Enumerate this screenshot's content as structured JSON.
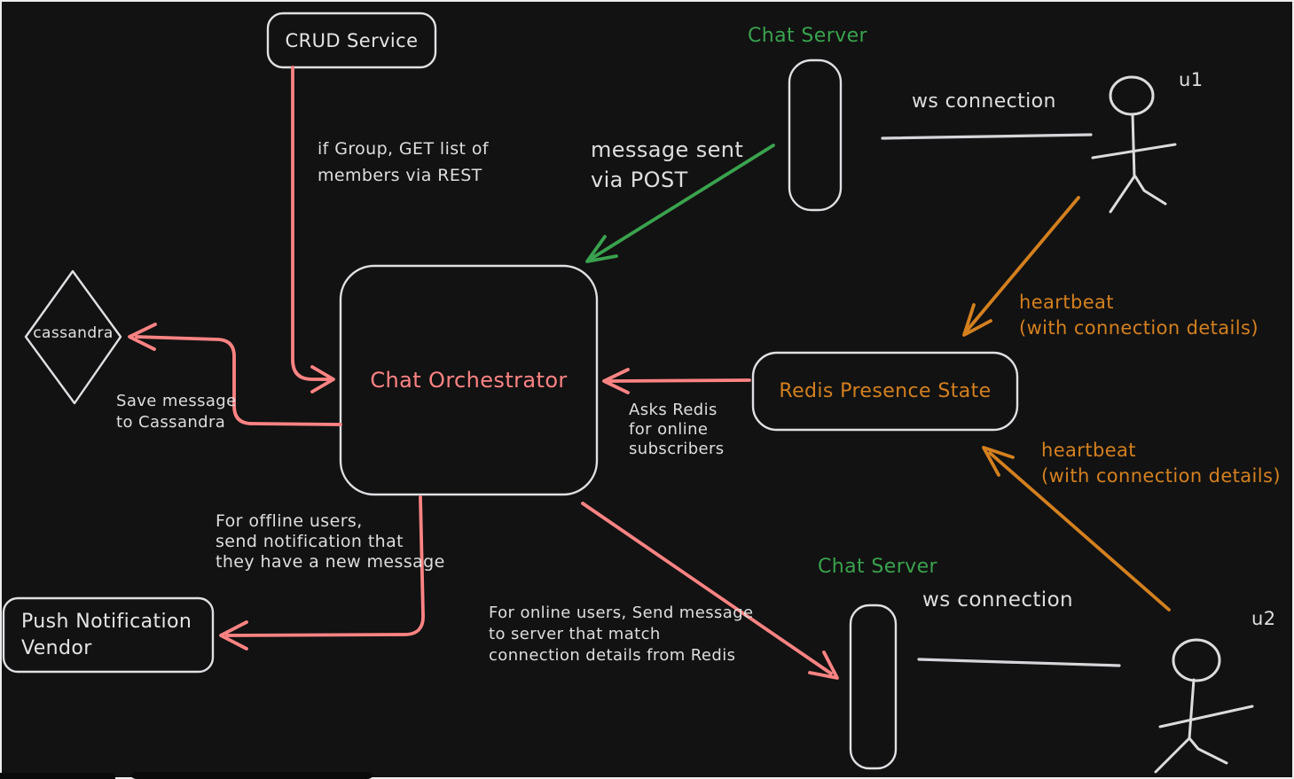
{
  "colors": {
    "background": "#121212",
    "frame_border": "#ececec",
    "shape_stroke": "#e0e0e4",
    "note_text": "#dedede",
    "red": "#ff8383",
    "green": "#3aa24e",
    "orange": "#d4801f"
  },
  "nodes": {
    "crud_service": {
      "label": "CRUD Service"
    },
    "chat_server_top": {
      "label": "Chat Server"
    },
    "chat_orchestrator": {
      "label": "Chat Orchestrator"
    },
    "cassandra": {
      "label": "cassandra"
    },
    "redis_presence": {
      "label": "Redis Presence State"
    },
    "push_vendor": {
      "label": "Push Notification\nVendor"
    },
    "chat_server_bottom": {
      "label": "Chat Server"
    }
  },
  "actors": {
    "user1": {
      "label": "u1"
    },
    "user2": {
      "label": "u2"
    }
  },
  "annotations": {
    "crud_rest": "if Group, GET list of\nmembers via REST",
    "post_message": "message sent\nvia POST",
    "ws_top": "ws connection",
    "heartbeat_top": "heartbeat\n(with connection details)",
    "save_cassandra": "Save message\nto Cassandra",
    "asks_redis": "Asks Redis\nfor online\nsubscribers",
    "heartbeat_bottom": "heartbeat\n(with connection details)",
    "offline_users": "For offline users,\nsend notification that\nthey have a new message",
    "online_users": "For online users, Send message\nto server that match\nconnection details from Redis",
    "ws_bottom": "ws connection"
  }
}
